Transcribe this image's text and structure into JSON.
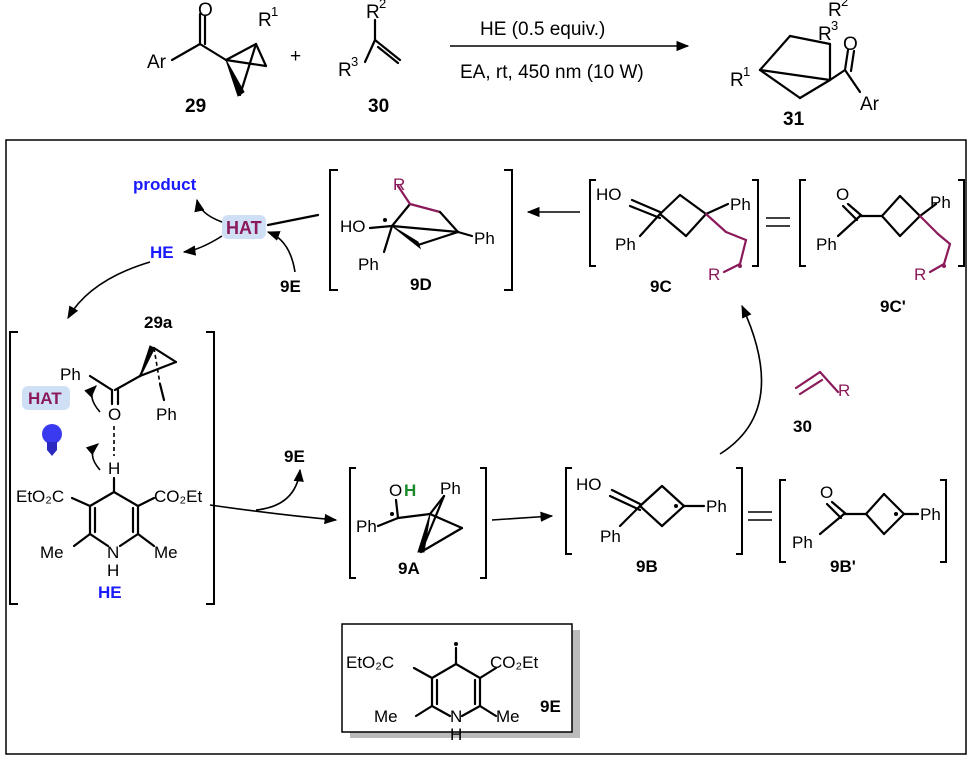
{
  "reaction": {
    "reagent_29_label": "29",
    "reagent_30_label": "30",
    "product_31_label": "31",
    "plus": "+",
    "conditions_top": "HE (0.5 equiv.)",
    "conditions_bottom": "EA, rt, 450 nm (10 W)",
    "substituents": {
      "ar": "Ar",
      "r1": "R",
      "r1_sup": "1",
      "r2": "R",
      "r2_sup": "2",
      "r3": "R",
      "r3_sup": "3"
    }
  },
  "mechanism": {
    "product_label": "product",
    "hat_label": "HAT",
    "he_label": "HE",
    "e9_label": "9E",
    "c29a_label": "29a",
    "d9_label": "9D",
    "c9_label": "9C",
    "c9prime_label": "9C'",
    "a9_label": "9A",
    "b9_label": "9B",
    "b9prime_label": "9B'",
    "r30_label": "30",
    "ph": "Ph",
    "ho": "HO",
    "o": "O",
    "h": "H",
    "r": "R",
    "eto2c": "EtO₂C",
    "co2et": "CO₂Et",
    "me": "Me",
    "nh_n": "N",
    "nh_h": "H",
    "colors": {
      "blue": "#1a1aff",
      "purple": "#8b1a5a",
      "green": "#1a8a2a",
      "hat_bg": "#cfe0f5"
    },
    "icons": [
      "lightbulb-icon"
    ]
  }
}
